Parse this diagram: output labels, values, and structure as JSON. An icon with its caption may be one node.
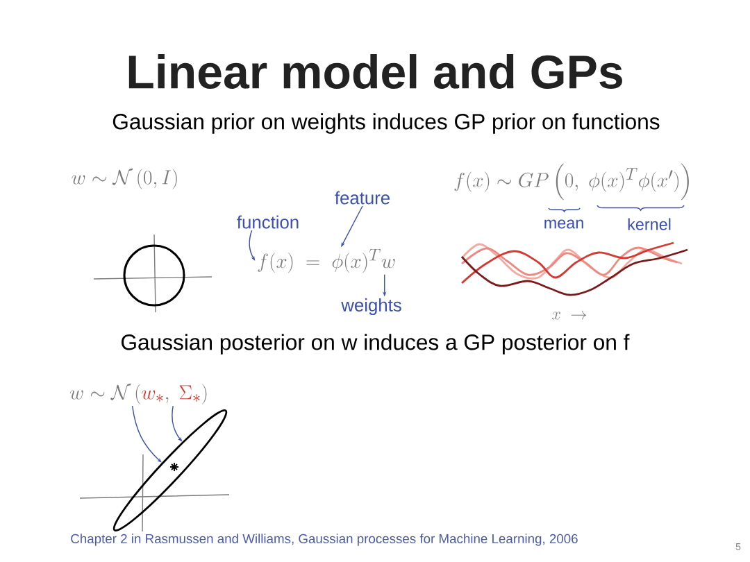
{
  "diagram": {
    "title": "Linear model and GPs",
    "nodes": [
      {
        "text": [
          "function"
        ]
      },
      {
        "text": [
          "f(x) \\;=\\; \\phi(x)^T w"
        ]
      },
      {
        "text": [
          "feature"
        ]
      },
      {
        "text": [
          "weights"
        ]
      },
      {
        "text": [
          "w \\sim \\mathcal{N}\\left(\\textcolor{hlred}{w_*},\\; \\textcolor{hlred}{\\Sigma_*}\\right)"
        ]
      },
      {
        "text": [],
        "shape": "ellipse"
      }
    ],
    "edges": [
      {
        "from": 0,
        "to": 1,
        "arrow": "to"
      },
      {
        "from": 2,
        "to": 1,
        "arrow": "to"
      },
      {
        "from": 1,
        "to": 3,
        "arrow": "to"
      },
      {
        "from": 4,
        "to": 5,
        "arrow": "to"
      },
      {
        "from": 4,
        "to": 5,
        "arrow": "to"
      }
    ],
    "labels": [
      "Gaussian prior on weights induces GP prior on functions",
      "w \\sim \\mathcal{N}\\left(0, I\\right)",
      "f(x) \\sim GP\\left(0,\\; \\phi(x)^T \\phi(x')\\right)",
      "mean",
      "kernel",
      "x \\;\\to",
      "Gaussian posterior on w induces a GP posterior on f",
      "Chapter 2 in Rasmussen and Williams, Gaussian processes for Machine Learning, 2006",
      "5"
    ]
  }
}
